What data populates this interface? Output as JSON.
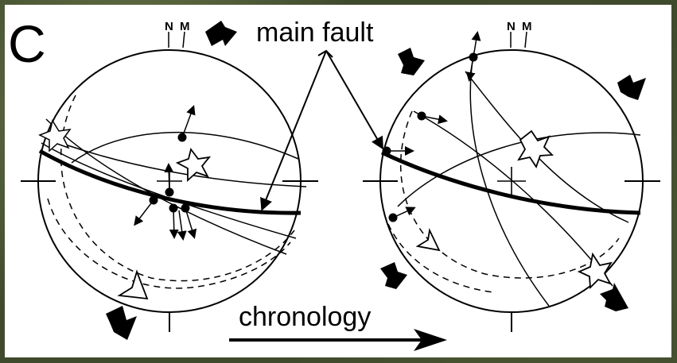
{
  "panel_letter": "C",
  "labels": {
    "main_fault": "main fault",
    "chronology": "chronology",
    "north_n": "N",
    "north_m": "M"
  },
  "colors": {
    "ink": "#000000",
    "paper": "#ffffff",
    "border": "#3f4a2d"
  }
}
